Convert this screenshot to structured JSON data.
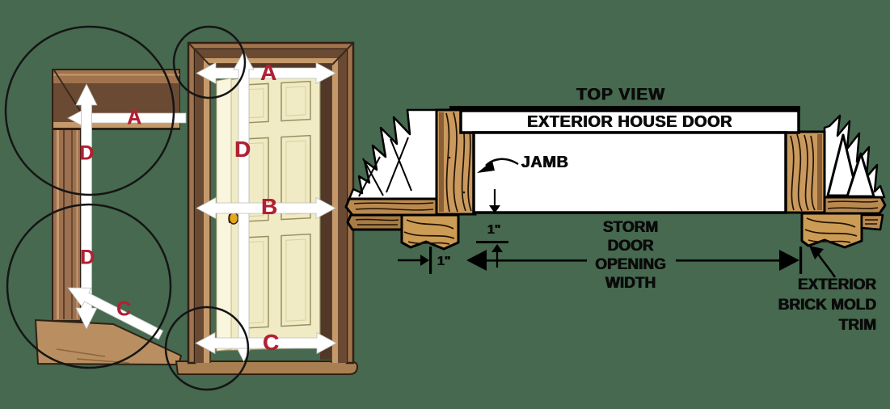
{
  "figure": {
    "background_color": "#46694f",
    "label_color": "#b22033"
  },
  "left_detail_view": {
    "top_width_label": "A",
    "height_label_top": "D",
    "height_label_bottom": "D",
    "sill_width_label": "C"
  },
  "front_door_view": {
    "top_width_label": "A",
    "middle_width_label": "B",
    "bottom_width_label": "C",
    "height_label": "D"
  },
  "top_view": {
    "title": "TOP VIEW",
    "house_door_label": "EXTERIOR HOUSE DOOR",
    "jamb_label": "JAMB",
    "opening_width_label_lines": [
      "STORM",
      "DOOR",
      "OPENING",
      "WIDTH"
    ],
    "jamb_inset_dimension": "1\"",
    "brick_mold_dimension": "1\"",
    "brick_mold_label_lines": [
      "EXTERIOR",
      "BRICK MOLD",
      "TRIM"
    ]
  }
}
